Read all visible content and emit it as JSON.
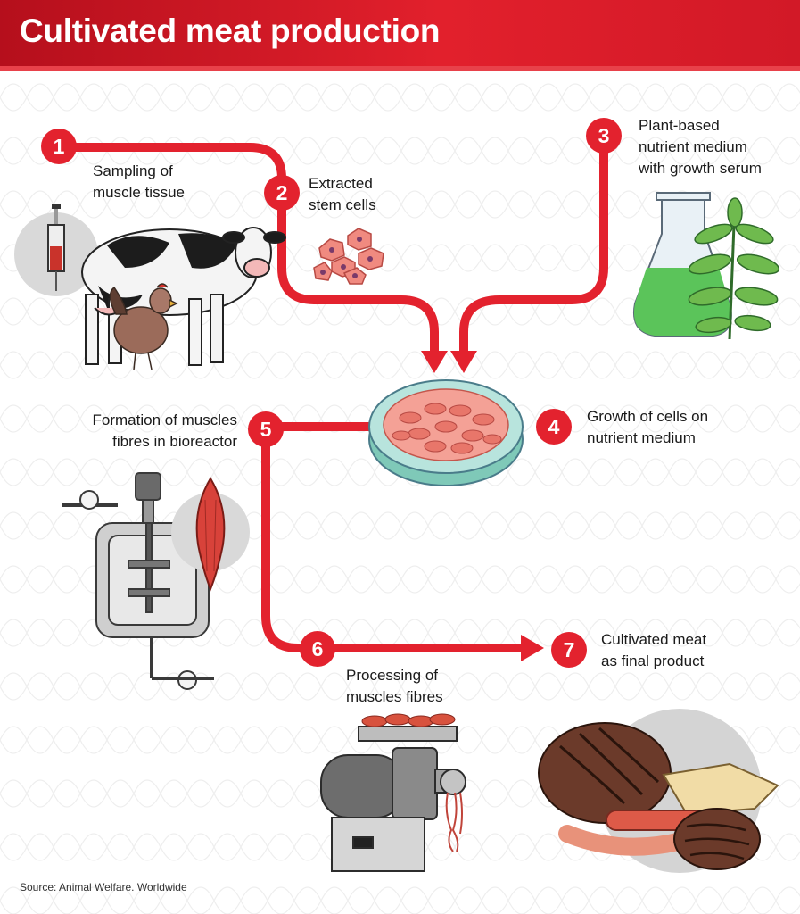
{
  "title": "Cultivated meat production",
  "steps": [
    {
      "number": "1",
      "label": "Sampling of\nmuscle tissue"
    },
    {
      "number": "2",
      "label": "Extracted\nstem cells"
    },
    {
      "number": "3",
      "label": "Plant-based\nnutrient medium\nwith growth serum"
    },
    {
      "number": "4",
      "label": "Growth of cells on\nnutrient medium"
    },
    {
      "number": "5",
      "label": "Formation of muscles\nfibres in bioreactor"
    },
    {
      "number": "6",
      "label": "Processing of\nmuscles fibres"
    },
    {
      "number": "7",
      "label": "Cultivated meat\nas final product"
    }
  ],
  "source": "Source: Animal Welfare. Worldwide",
  "colors": {
    "accent": "#e3222e",
    "header": "#d21927",
    "medium": "#8fcf8a",
    "cells": "#f08a80"
  },
  "icons": [
    "syringe-icon",
    "cow-icon",
    "chicken-icon",
    "stem-cells-icon",
    "flask-icon",
    "plant-icon",
    "petri-dish-icon",
    "bioreactor-icon",
    "muscle-icon",
    "meat-grinder-icon",
    "meat-products-icon"
  ]
}
